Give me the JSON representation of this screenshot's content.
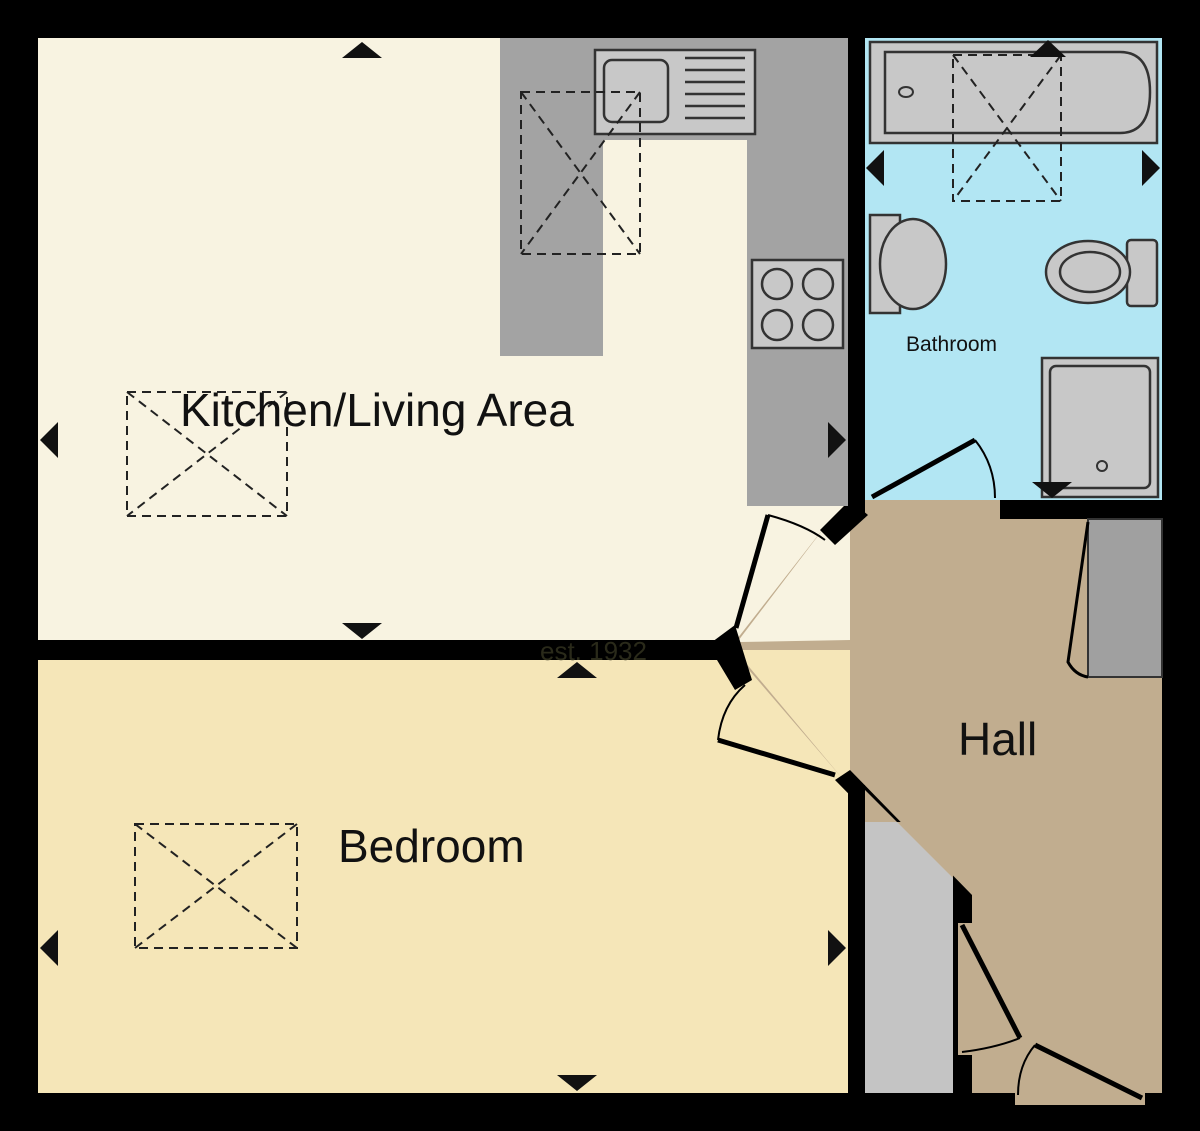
{
  "rooms": {
    "kitchen": {
      "label": "Kitchen/Living Area",
      "color": "#f8f3e1"
    },
    "bedroom": {
      "label": "Bedroom",
      "color": "#f5e6b8"
    },
    "bathroom": {
      "label": "Bathroom",
      "color": "#b2e6f3"
    },
    "hall": {
      "label": "Hall",
      "color": "#c1ad8f"
    }
  },
  "watermark": "est. 1932",
  "colors": {
    "wall": "#000000",
    "counter": "#a3a3a3",
    "fixture": "#c8c8c8",
    "closet": "#c4c4c4",
    "cupboard": "#a0a0a0"
  }
}
